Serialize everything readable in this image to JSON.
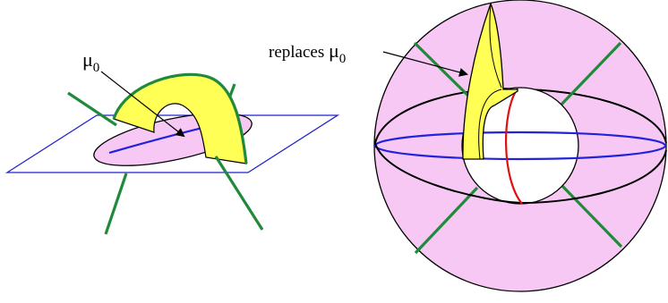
{
  "left_figure": {
    "label_symbol": "μ",
    "label_subscript": "0"
  },
  "right_figure": {
    "label_prefix": "replaces ",
    "label_symbol": "μ",
    "label_subscript": "0"
  },
  "colors": {
    "plane": "#2222cc",
    "disk_fill": "#f8c8f4",
    "torus_fill": "#f8c8f4",
    "band_fill": "#ffff55",
    "green": "#1f8a3a",
    "blue_curve": "#2222dd",
    "red_curve": "#dd1111",
    "black": "#000000"
  },
  "icons": {
    "arrow": "arrow-pointer-icon"
  }
}
